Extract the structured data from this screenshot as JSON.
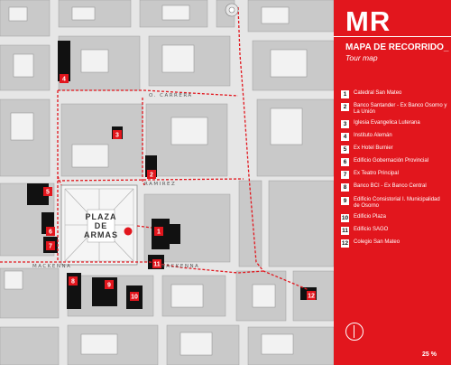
{
  "panel": {
    "brand": "MR",
    "title": "MAPA DE RECORRIDO_",
    "subtitle": "Tour map",
    "page_number": "25 %",
    "accent_color": "#e2161d",
    "compass_icon": "compass-icon"
  },
  "legend": [
    {
      "num": "1",
      "label": "Catedral San Mateo"
    },
    {
      "num": "2",
      "label": "Banco Santander - Ex Banco Osorno y La Unión"
    },
    {
      "num": "3",
      "label": "Iglesia Evangelica Luterana"
    },
    {
      "num": "4",
      "label": "Instituto Alemán"
    },
    {
      "num": "5",
      "label": "Ex Hotel Burnier"
    },
    {
      "num": "6",
      "label": "Edificio Gobernación Provincial"
    },
    {
      "num": "7",
      "label": "Ex Teatro Principal"
    },
    {
      "num": "8",
      "label": "Banco BCI - Ex Banco Central"
    },
    {
      "num": "9",
      "label": "Edificio Consistorial I. Municipalidad de Osorno"
    },
    {
      "num": "10",
      "label": "Edificio Plaza"
    },
    {
      "num": "11",
      "label": "Edificio SAGO"
    },
    {
      "num": "12",
      "label": "Colegio San Mateo"
    }
  ],
  "map": {
    "plaza_line1": "PLAZA",
    "plaza_line2": "DE",
    "plaza_line3": "ARMAS",
    "streets": {
      "carrera": "O. CARRERA",
      "ramirez": "RAMIREZ",
      "mackenna": "MACKENNA",
      "mackenna_right": "MACKENNA"
    },
    "markers": [
      {
        "num": "1"
      },
      {
        "num": "2"
      },
      {
        "num": "3"
      },
      {
        "num": "4"
      },
      {
        "num": "5"
      },
      {
        "num": "6"
      },
      {
        "num": "7"
      },
      {
        "num": "8"
      },
      {
        "num": "9"
      },
      {
        "num": "10"
      },
      {
        "num": "11"
      },
      {
        "num": "12"
      }
    ],
    "route_color": "#e2161d"
  }
}
